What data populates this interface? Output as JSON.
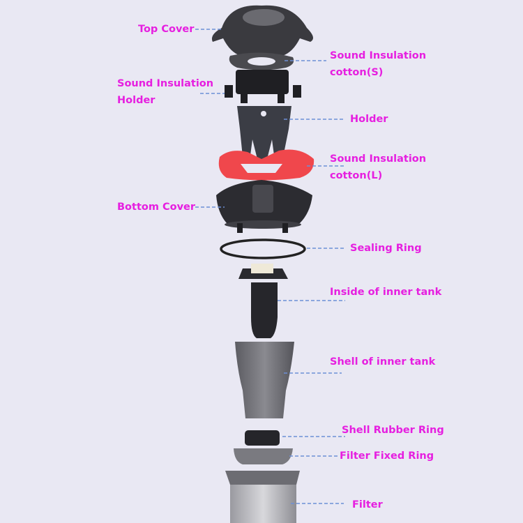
{
  "colors": {
    "background": "#e9e8f3",
    "label": "#e61fe0",
    "leader": "#6c8fd6",
    "insulation_large": "#f0474c"
  },
  "labels": {
    "top_cover": "Top Cover",
    "sound_insulation_cotton_s": [
      "Sound Insulation",
      "cotton(S)"
    ],
    "sound_insulation_holder": [
      "Sound Insulation",
      "Holder"
    ],
    "holder": "Holder",
    "sound_insulation_cotton_l": [
      "Sound Insulation",
      "cotton(L)"
    ],
    "bottom_cover": "Bottom Cover",
    "sealing_ring": "Sealing Ring",
    "inside_inner_tank": "Inside of inner tank",
    "shell_inner_tank": "Shell of inner tank",
    "shell_rubber_ring": "Shell Rubber Ring",
    "filter_fixed_ring": "Filter Fixed Ring",
    "filter": "Filter"
  }
}
